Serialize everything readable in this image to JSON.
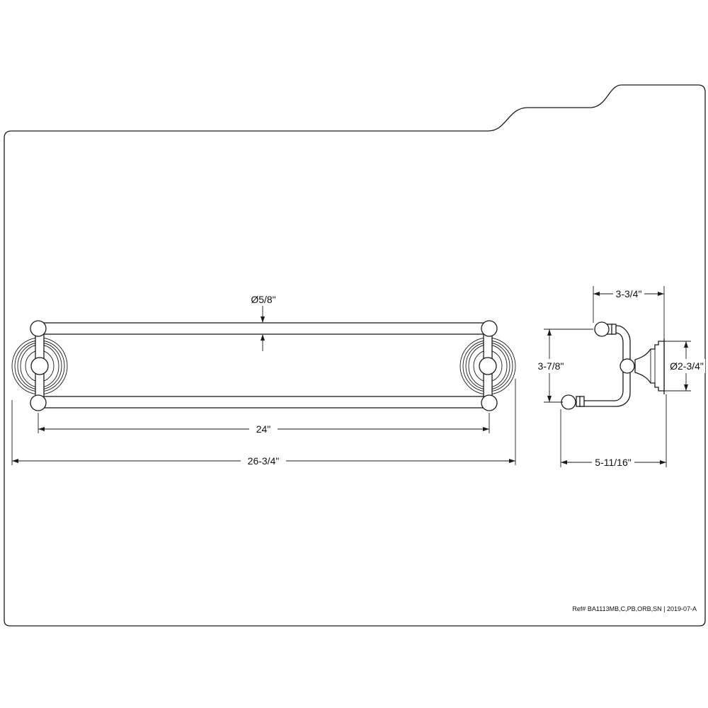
{
  "dimensions": {
    "bar_diameter": "Ø5/8\"",
    "bar_length": "24\"",
    "overall_length": "26-3/4\"",
    "side_projection": "3-3/4\"",
    "side_height": "3-7/8\"",
    "flange_diameter": "Ø2-3/4\"",
    "overall_depth": "5-11/16\""
  },
  "footer": {
    "reference": "Ref# BA1113MB,C,PB,ORB,SN | 2019-07-A"
  }
}
